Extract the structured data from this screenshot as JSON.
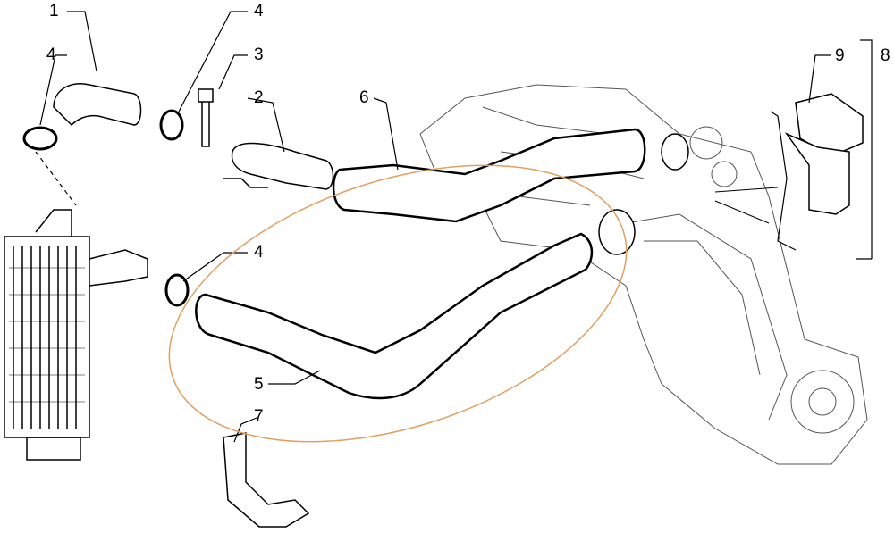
{
  "labels": {
    "part1": "1",
    "part2": "2",
    "part3": "3",
    "part4a": "4",
    "part4b": "4",
    "part4c": "4",
    "part5": "5",
    "part6": "6",
    "part7": "7",
    "part8": "8",
    "part9": "9"
  },
  "colors": {
    "highlight": "#e0a060",
    "line": "#000000"
  }
}
